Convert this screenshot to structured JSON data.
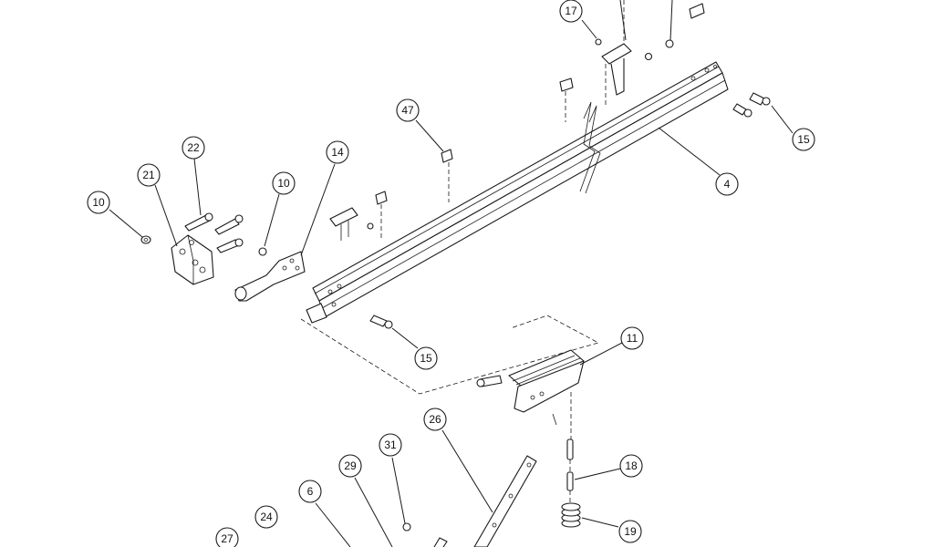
{
  "callouts": [
    {
      "id": "c17",
      "label": "17"
    },
    {
      "id": "c47",
      "label": "47"
    },
    {
      "id": "c22",
      "label": "22"
    },
    {
      "id": "c21",
      "label": "21"
    },
    {
      "id": "c10a",
      "label": "10"
    },
    {
      "id": "c10b",
      "label": "10"
    },
    {
      "id": "c14",
      "label": "14"
    },
    {
      "id": "c15a",
      "label": "15"
    },
    {
      "id": "c15b",
      "label": "15"
    },
    {
      "id": "c4",
      "label": "4"
    },
    {
      "id": "c11",
      "label": "11"
    },
    {
      "id": "c26",
      "label": "26"
    },
    {
      "id": "c31",
      "label": "31"
    },
    {
      "id": "c29",
      "label": "29"
    },
    {
      "id": "c6",
      "label": "6"
    },
    {
      "id": "c24",
      "label": "24"
    },
    {
      "id": "c27",
      "label": "27"
    },
    {
      "id": "c18",
      "label": "18"
    },
    {
      "id": "c19",
      "label": "19"
    }
  ]
}
